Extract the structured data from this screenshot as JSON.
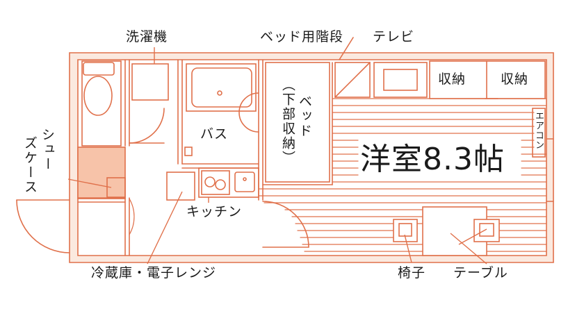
{
  "labels": {
    "washer": "洗濯機",
    "bed_stairs": "ベッド用階段",
    "tv": "テレビ",
    "storage_1": "収納",
    "storage_2": "収納",
    "aircon": "エアコン",
    "bath": "バス",
    "bed": "ベッド",
    "bed_storage": "（下部収納）",
    "room": "洋室8.3帖",
    "shoe_case": "シューズケース",
    "shoe_case_line1": "シュー",
    "shoe_case_line2": "ズケース",
    "kitchen": "キッチン",
    "fridge_microwave": "冷蔵庫・電子レンジ",
    "chair": "椅子",
    "table": "テーブル"
  },
  "colors": {
    "line": "#e0704a",
    "wall_fill": "#fbe9df",
    "entrance_fill": "#f7c3a9",
    "text": "#1a1a1a"
  }
}
